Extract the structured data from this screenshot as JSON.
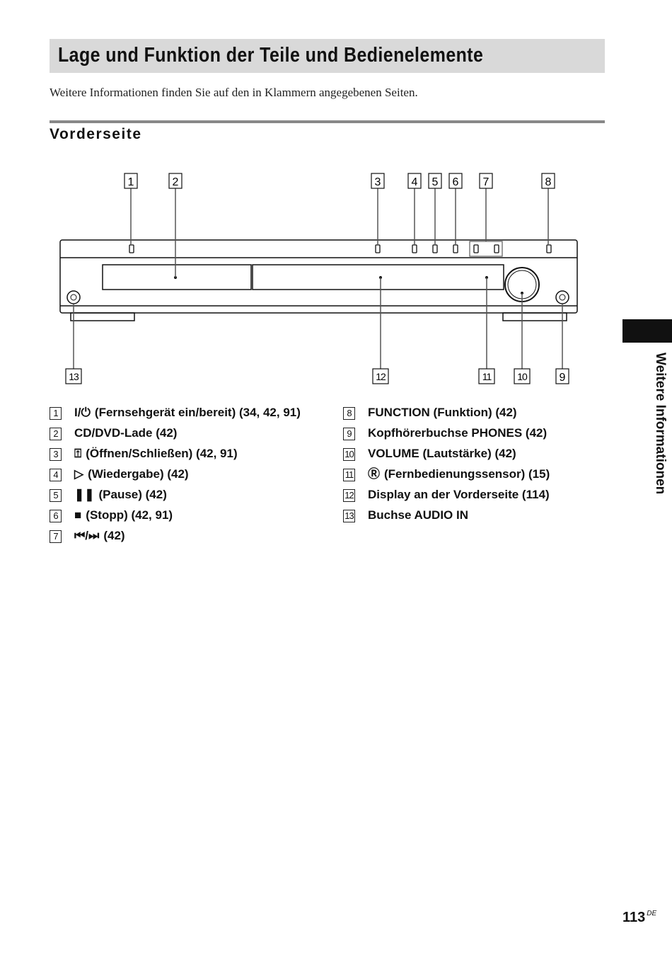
{
  "page": {
    "title": "Lage und Funktion der Teile und Bedienelemente",
    "intro": "Weitere Informationen finden Sie auf den in Klammern angegebenen Seiten.",
    "section": "Vorderseite",
    "side_label": "Weitere Informationen",
    "page_number": "113",
    "page_suffix": "DE"
  },
  "callouts": [
    "1",
    "2",
    "3",
    "4",
    "5",
    "6",
    "7",
    "8",
    "9",
    "10",
    "11",
    "12",
    "13"
  ],
  "legend_left": [
    {
      "num": "1",
      "symbol": "I/⏻",
      "text": "(Fernsehgerät ein/bereit) (34, 42, 91)"
    },
    {
      "num": "2",
      "symbol": "",
      "text": "CD/DVD-Lade (42)"
    },
    {
      "num": "3",
      "symbol": "⍐",
      "text": "(Öffnen/Schließen) (42, 91)"
    },
    {
      "num": "4",
      "symbol": "▷",
      "text": "(Wiedergabe) (42)"
    },
    {
      "num": "5",
      "symbol": "❚❚",
      "text": "(Pause) (42)"
    },
    {
      "num": "6",
      "symbol": "■",
      "text": "(Stopp) (42, 91)"
    },
    {
      "num": "7",
      "symbol": "⏮/⏭",
      "text": "(42)"
    }
  ],
  "legend_right": [
    {
      "num": "8",
      "symbol": "",
      "text": "FUNCTION (Funktion) (42)"
    },
    {
      "num": "9",
      "symbol": "",
      "text": "Kopfhörerbuchse PHONES (42)"
    },
    {
      "num": "10",
      "symbol": "",
      "text": "VOLUME (Lautstärke) (42)"
    },
    {
      "num": "11",
      "symbol": "Ⓡ",
      "text": "(Fernbedienungssensor) (15)"
    },
    {
      "num": "12",
      "symbol": "",
      "text": "Display an der Vorderseite (114)"
    },
    {
      "num": "13",
      "symbol": "",
      "text": "Buchse AUDIO IN"
    }
  ]
}
